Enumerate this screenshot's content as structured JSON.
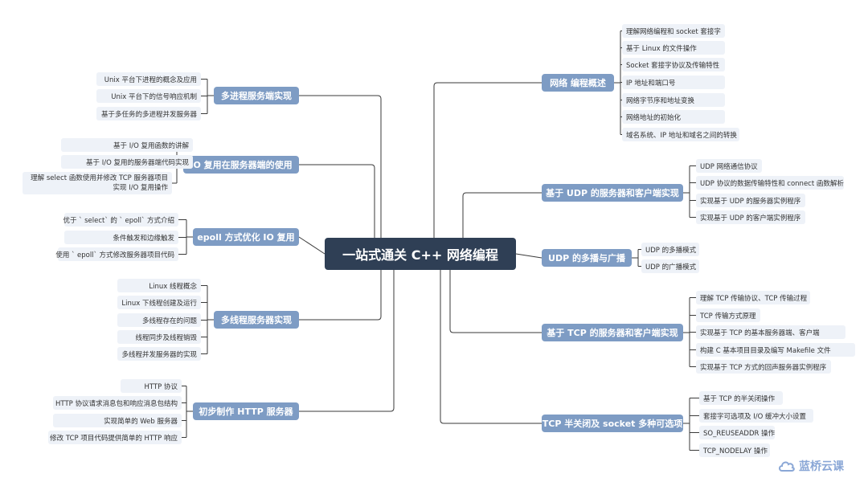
{
  "center": "一站式通关 C++ 网络编程",
  "left_branches": [
    {
      "label": "多进程服务端实现",
      "items": [
        "Unix 平台下进程的概念及应用",
        "Unix 平台下的信号响应机制",
        "基于多任务的多进程并发服务器"
      ]
    },
    {
      "label": "IO 复用在服务器端的使用",
      "items": [
        "基于 I/O 复用函数的讲解",
        "基于 I/O 复用的服务器端代码实现",
        "理解 select 函数使用并修改 TCP 服务器项目实现 I/O 复用操作"
      ]
    },
    {
      "label": "epoll 方式优化 IO 复用",
      "items": [
        "优于 ` select` 的 ` epoll` 方式介绍",
        "条件触发和边缘触发",
        "使用 ` epoll` 方式修改服务器项目代码"
      ]
    },
    {
      "label": "多线程服务器实现",
      "items": [
        "Linux 线程概念",
        "Linux 下线程创建及运行",
        "多线程存在的问题",
        "线程同步及线程销毁",
        "多线程并发服务器的实现"
      ]
    },
    {
      "label": "初步制作 HTTP 服务器",
      "items": [
        "HTTP 协议",
        "HTTP 协议请求消息包和响应消息包结构",
        "实现简单的 Web 服务器",
        "修改 TCP 项目代码提供简单的 HTTP 响应"
      ]
    }
  ],
  "right_branches": [
    {
      "label": "网络 编程概述",
      "items": [
        "理解网络编程和 socket 套接字",
        "基于 Linux 的文件操作",
        "Socket 套接字协议及传输特性",
        "IP 地址和端口号",
        "网络字节序和地址变换",
        "网络地址的初始化",
        "域名系统、IP 地址和域名之间的转换"
      ]
    },
    {
      "label": "基于 UDP 的服务器和客户端实现",
      "items": [
        "UDP 网络通信协议",
        "UDP 协议的数据传输特性和 connect 函数解析",
        "实现基于 UDP 的服务器实例程序",
        "实现基于 UDP 的客户端实例程序"
      ]
    },
    {
      "label": "UDP 的多播与广播",
      "items": [
        "UDP 的多播模式",
        "UDP 的广播模式"
      ]
    },
    {
      "label": "基于 TCP 的服务器和客户端实现",
      "items": [
        "理解 TCP 传输协议、TCP 传输过程",
        "TCP 传输方式原理",
        "实现基于 TCP 的基本服务器端、客户端",
        "构建 C 基本项目目录及编写 Makefile 文件",
        "实现基于 TCP 方式的回声服务器实例程序"
      ]
    },
    {
      "label": "TCP 半关闭及 socket 多种可选项",
      "items": [
        "基于 TCP 的半关闭操作",
        "套接字可选项及 I/O 缓冲大小设置",
        "SO_REUSEADDR 操作",
        "TCP_NODELAY 操作"
      ]
    }
  ],
  "logo": {
    "text": "蓝桥云课",
    "icon": "cloud-logo-icon"
  },
  "colors": {
    "center_bg": "#2f3f55",
    "branch_bg": "#7e9cc4",
    "leaf_bg": "#eef2f8",
    "line": "#3a3a3a",
    "logo": "#8aa7d6"
  }
}
